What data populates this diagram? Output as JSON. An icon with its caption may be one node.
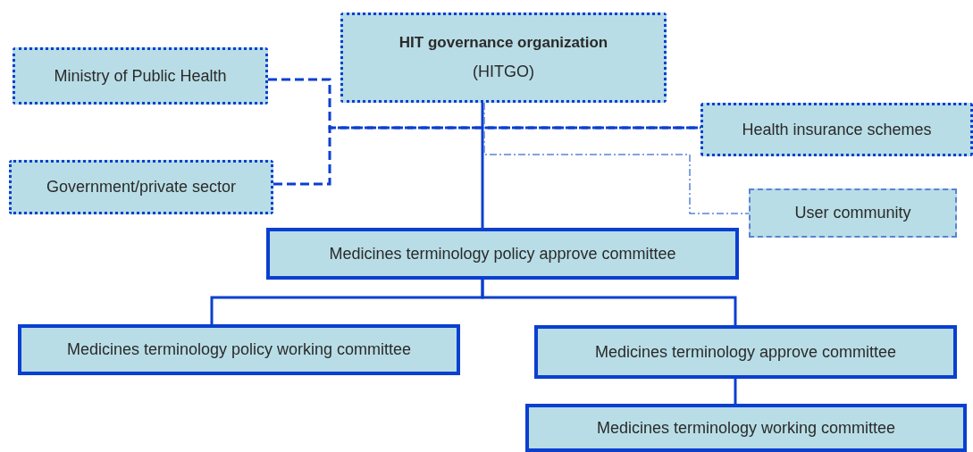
{
  "diagram": {
    "nodes": [
      {
        "text": [
          "HIT governance organization",
          "(HITGO)"
        ]
      },
      {
        "text": [
          "Ministry of Public Health"
        ]
      },
      {
        "text": [
          "Government/private sector"
        ]
      },
      {
        "text": [
          "Health insurance schemes"
        ]
      },
      {
        "text": [
          "User community"
        ]
      },
      {
        "text": [
          "Medicines terminology policy approve committee"
        ]
      },
      {
        "text": [
          "Medicines terminology policy working committee"
        ]
      },
      {
        "text": [
          "Medicines terminology approve committee"
        ]
      },
      {
        "text": [
          "Medicines terminology working committee"
        ]
      }
    ],
    "edges": [
      {
        "from": 0,
        "to": 5,
        "arrow": "none"
      },
      {
        "from": 1,
        "to": 3,
        "arrow": "none",
        "style": "dashed"
      },
      {
        "from": 2,
        "to": 3,
        "arrow": "none",
        "style": "dashed"
      },
      {
        "from": 0,
        "to": 4,
        "arrow": "none",
        "style": "dashed",
        "color": "#5b82d6"
      },
      {
        "from": 5,
        "to": 6,
        "arrow": "none"
      },
      {
        "from": 5,
        "to": 7,
        "arrow": "none"
      },
      {
        "from": 7,
        "to": 8,
        "arrow": "none"
      }
    ]
  }
}
